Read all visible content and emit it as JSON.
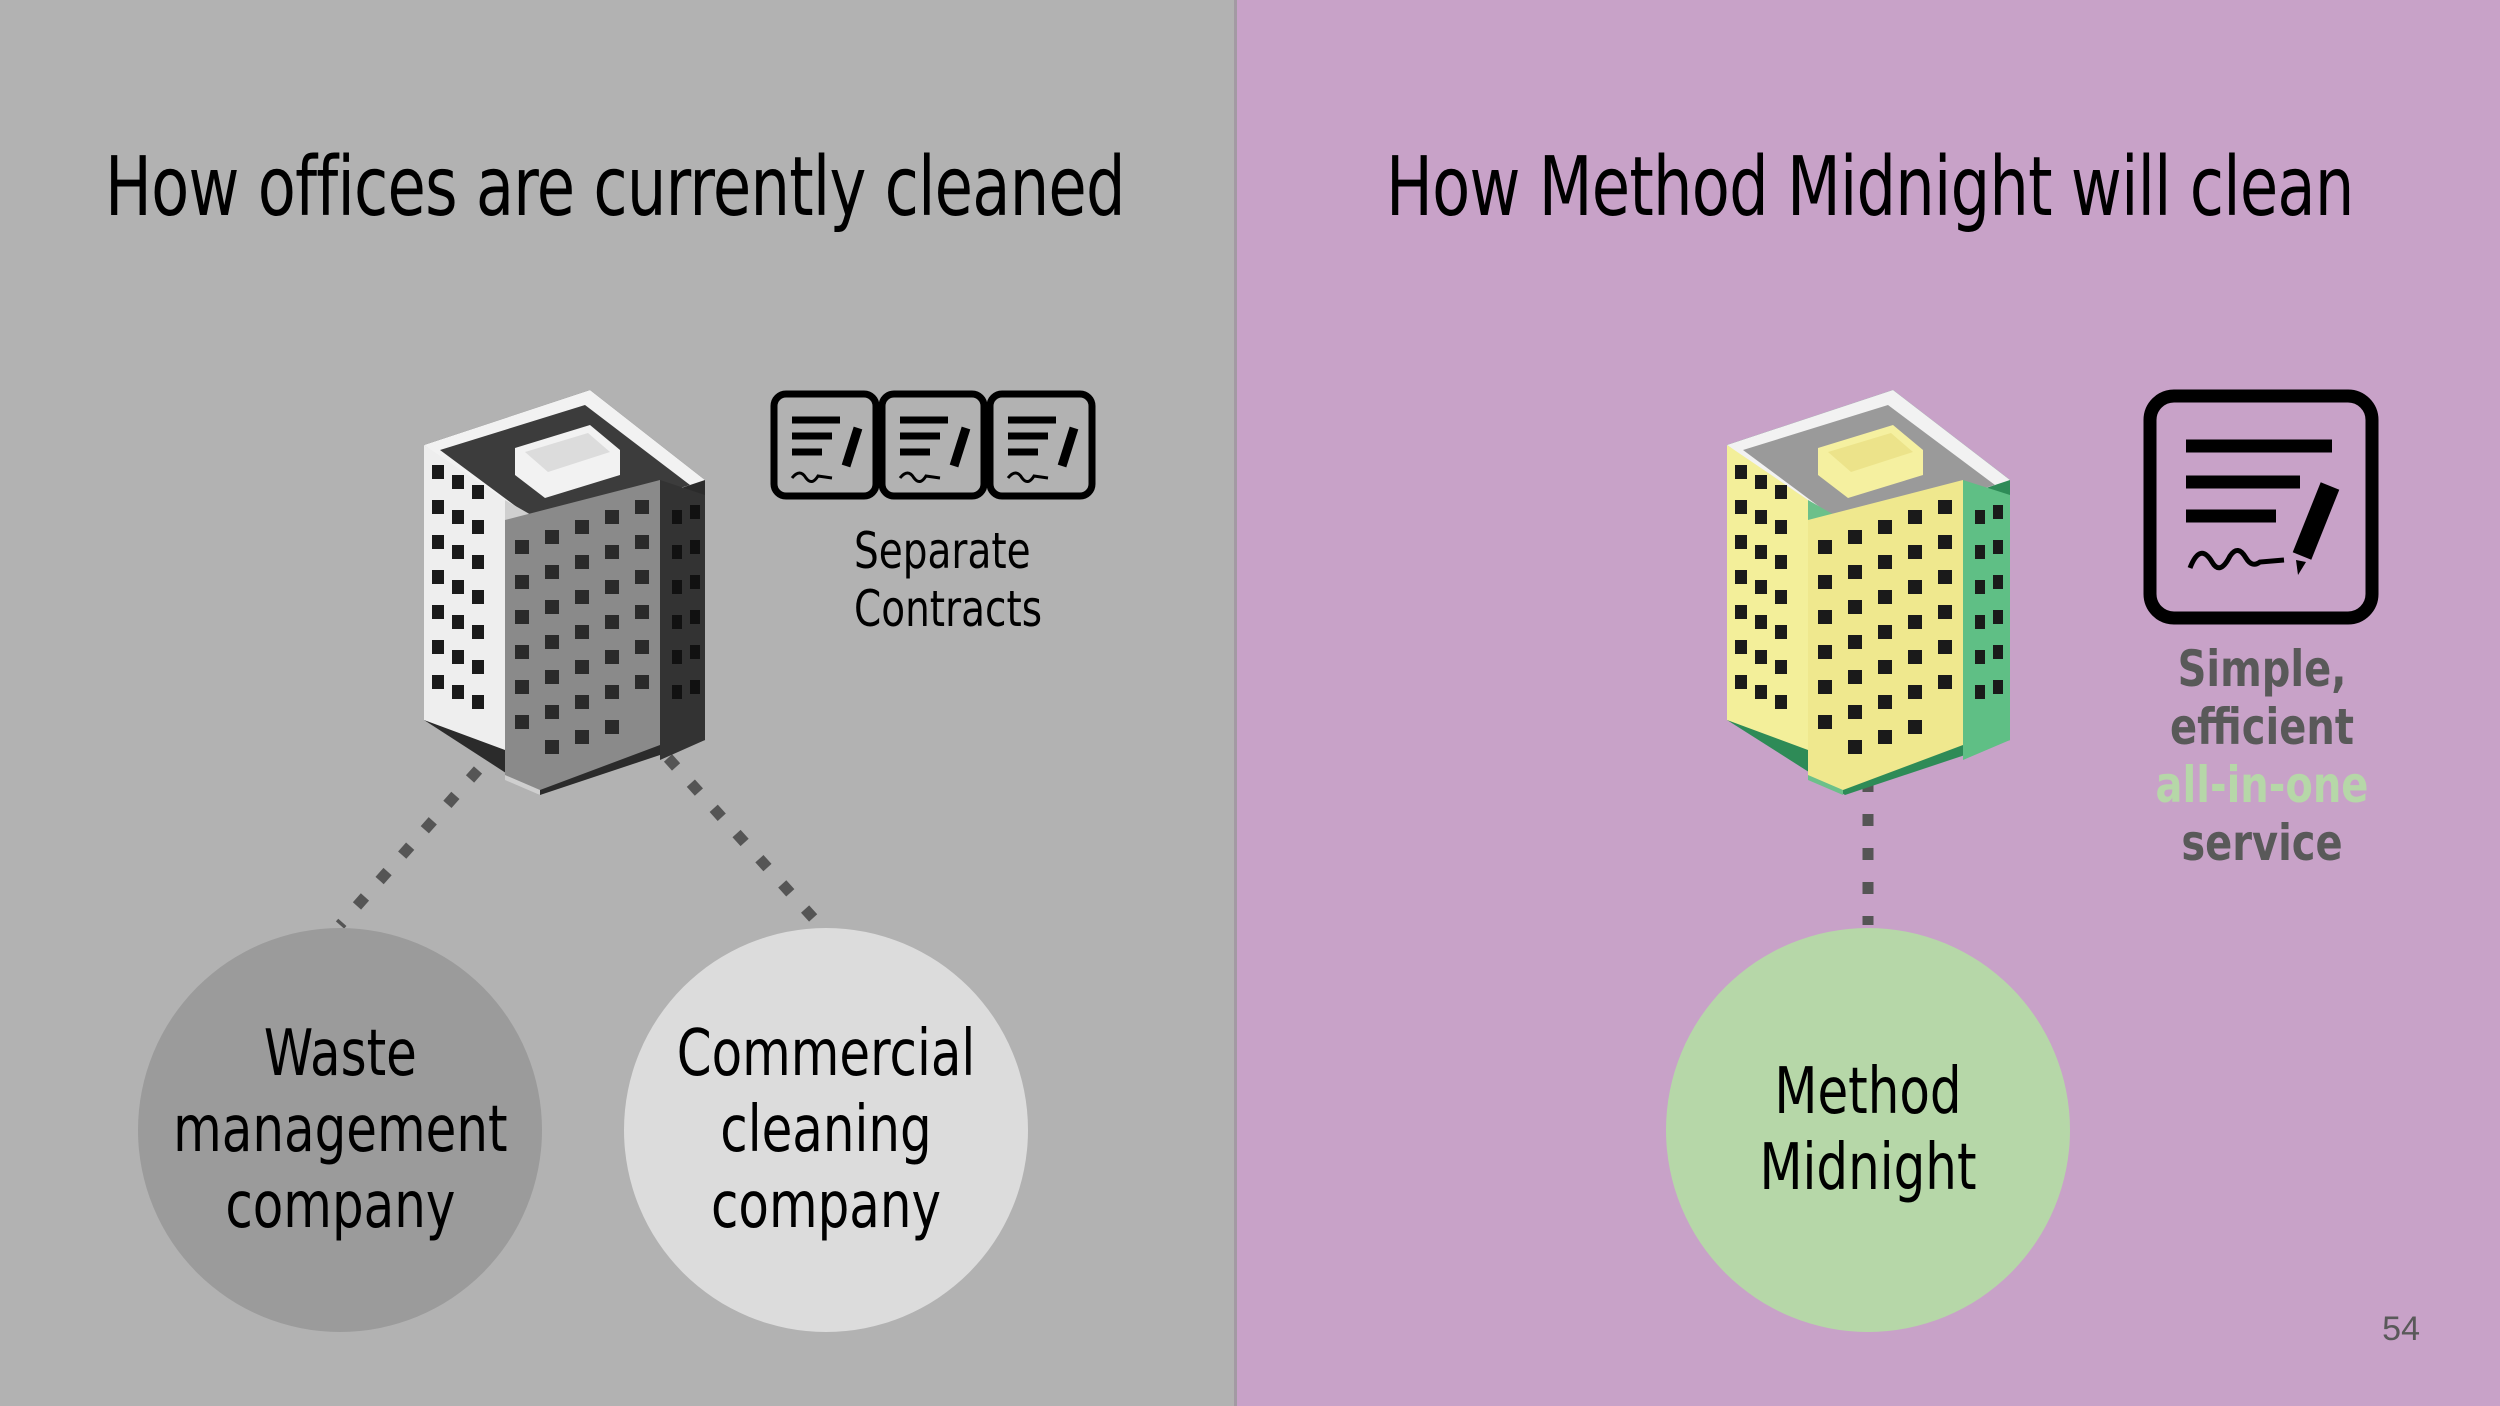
{
  "left_panel": {
    "title": "How offices are currently cleaned",
    "contracts_label_line1": "Separate",
    "contracts_label_line2": "Contracts",
    "circles": [
      {
        "line1": "Waste",
        "line2": "management",
        "line3": "company",
        "color": "#9b9b9b"
      },
      {
        "line1": "Commercial",
        "line2": "cleaning",
        "line3": "company",
        "color": "#dcdcdc"
      }
    ],
    "background": "#b2b2b2"
  },
  "right_panel": {
    "title": "How Method Midnight will clean",
    "service_line1": "Simple, efficient",
    "service_highlight": "all-in-one",
    "service_rest": " service",
    "circle": {
      "line1": "Method",
      "line2": "Midnight",
      "color": "#b6d7a8"
    },
    "background": "#c8a2c8"
  },
  "icons": [
    "building-icon",
    "contract-icon",
    "building-color-icon"
  ],
  "page_number": "54"
}
